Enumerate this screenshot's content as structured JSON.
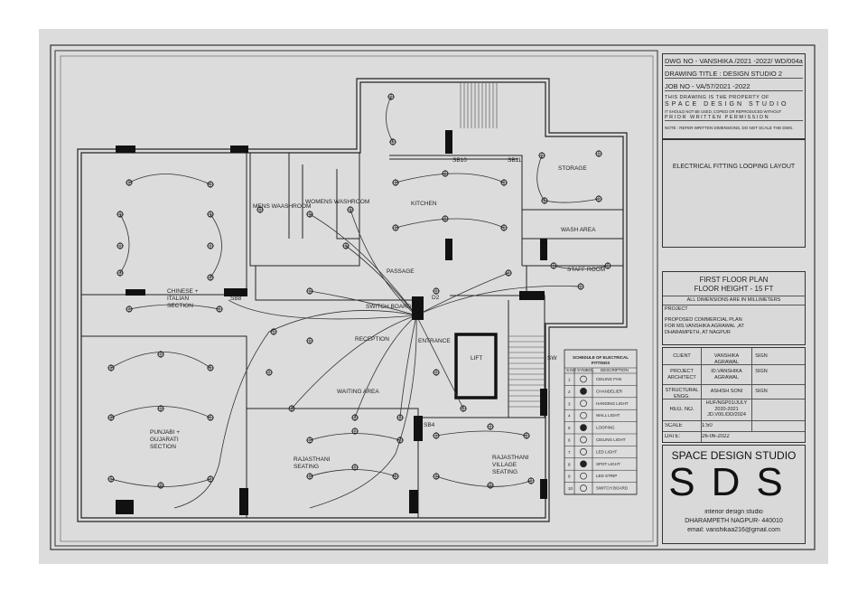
{
  "title_block": {
    "dwg_no": "DWG NO - VANSHIKA /2021 -2022/ WD/004a",
    "drawing_title": "DRAWING TITLE : DESIGN STUDIO 2",
    "job_no": "JOB NO - VA/57/2021 -2022",
    "property_lines": [
      "THIS DRAWING IS THE PROPERTY OF",
      "SPACE DESIGN STUDIO",
      "IT SHOULD NOT BE USED, COPIED OR REPRODUCED WITHOUT",
      "PRIOR WRITTEN PERMISSION"
    ],
    "note": "NOTE : REFER WRITTEN DIMENSIONS, DO NOT SCALE THE DWG.",
    "layout_title": "ELECTRICAL FITTING LOOPING LAYOUT",
    "floor_plan": "FIRST FLOOR PLAN",
    "floor_height": "FLOOR HEIGHT - 15 FT",
    "dimensions_note": "ALL DIMENSIONS ARE IN MILLIMETERS",
    "project_label": "PROJECT",
    "project_desc": "PROPOSED COMMERCIAL PLAN FOR MS.VANSHIKA AGRAWAL ,AT DHARAMPETH, AT NAGPUR",
    "client_label": "CLIENT",
    "client_value": "VANSHIKA AGRAWAL",
    "sign_label": "SIGN",
    "architect_label": "PROJECT ARCHITECT",
    "architect_value": "ID.VANSHIKA AGRAWAL",
    "structural_label": "STRUCTURAL ENGG.",
    "structural_value": "ASHISH SONI",
    "reg_label": "REG. NO.",
    "reg_value": "HUF/NGP01/JULY 2020-2021 JD.V00./DD/2024",
    "scale_label": "SCALE",
    "scale_value": "1:50",
    "date_label": "DATE:",
    "date_value": "26-06-2022",
    "studio_name": "SPACE DESIGN STUDIO",
    "studio_logo": "SDS",
    "studio_tagline": "interior design studio",
    "studio_address": "DHARAMPETH NAGPUR- 440010",
    "studio_email": "email: vanshikaa216@gmail.com"
  },
  "rooms": {
    "kitchen": "KITCHEN",
    "storage": "STORAGE",
    "wash_area": "WASH AREA",
    "staff_room": "STAFF ROOM",
    "mens_washroom": "MENS WAASHROOM",
    "womens_washroom": "WOMENS WASHROOM",
    "passage": "PASSAGE",
    "switch_board": "SWITCH BOARD",
    "d2": "D2",
    "reception": "RECEPTION",
    "entrance": "ENTRANCE",
    "lift": "LIFT",
    "waiting_area": "WAITING AREA",
    "chinese_1": "CHINESE +",
    "chinese_2": "ITALIAN",
    "chinese_3": "SECTION",
    "punjabi_1": "PUNJABI +",
    "punjabi_2": "GUJARATI",
    "punjabi_3": "SECTION",
    "rajasthani_1": "RAJASTHANI",
    "rajasthani_2": "SEATING",
    "village_1": "RAJASTHANI",
    "village_2": "VILLAGE",
    "village_3": "SEATING",
    "sb10": "SB10",
    "sb11": "SB11",
    "sb4": "SB4",
    "sb8": "SB8",
    "sw": "SW"
  },
  "legend": {
    "title_1": "SCHEDULE OF ELECTRICAL",
    "title_2": "FITTINGS",
    "col_sno": "S.NO",
    "col_symbol": "SYMBOL",
    "col_desc": "DESCRIPTION",
    "items": [
      {
        "no": "1",
        "symbol": "fan-icon",
        "desc": "CEILING FAN"
      },
      {
        "no": "2",
        "symbol": "chandelier-icon",
        "desc": "CHANDELIER"
      },
      {
        "no": "3",
        "symbol": "hanging-light-icon",
        "desc": "HANGING LIGHT"
      },
      {
        "no": "4",
        "symbol": "wall-light-icon",
        "desc": "WALL LIGHT"
      },
      {
        "no": "5",
        "symbol": "looping-icon",
        "desc": "LOOPING"
      },
      {
        "no": "6",
        "symbol": "ceiling-light-icon",
        "desc": "CEILING LIGHT"
      },
      {
        "no": "7",
        "symbol": "led-light-icon",
        "desc": "LED LIGHT"
      },
      {
        "no": "8",
        "symbol": "spot-light-icon",
        "desc": "SPOT LIGHT"
      },
      {
        "no": "9",
        "symbol": "led-strip-icon",
        "desc": "LED STRIP"
      },
      {
        "no": "10",
        "symbol": "switch-board-icon",
        "desc": "SWITCH BOARD"
      }
    ]
  }
}
